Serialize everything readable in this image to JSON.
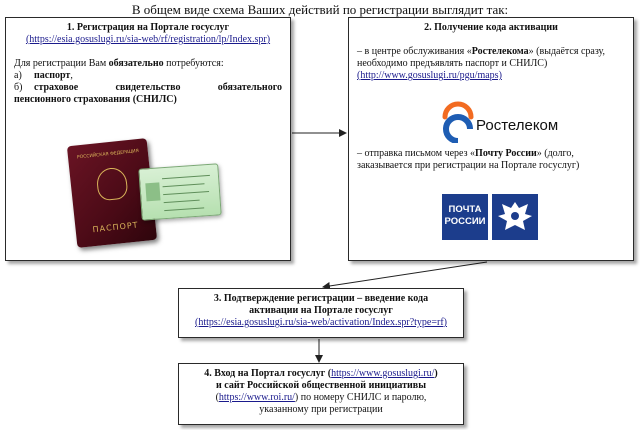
{
  "heading": "В общем виде схема Ваших действий по регистрации выглядит так:",
  "step1": {
    "title": "1. Регистрация на Портале госуслуг",
    "url": "(https://esia.gosuslugi.ru/sia-web/rf/registration/lp/Index.spr)",
    "intro_pre": "Для регистрации Вам ",
    "intro_bold": "обязательно",
    "intro_post": " потребуются:",
    "item_a_marker": "а)",
    "item_a": "паспорт",
    "item_a_suffix": ",",
    "item_b_marker": "б)",
    "item_b_line1": "страховое свидетельство обязательного",
    "item_b_line2": "пенсионного страхования (СНИЛС)",
    "passport_top": "РОССИЙСКАЯ ФЕДЕРАЦИЯ",
    "passport_word": "ПАСПОРТ"
  },
  "step2": {
    "title": "2. Получение кода активации",
    "p1_pre": "– в центре обслуживания «",
    "p1_bold": "Ростелекома",
    "p1_post": "» (выдаётся сразу, необходимо предъявлять паспорт и СНИЛС)",
    "p1_url": "(http://www.gosuslugi.ru/pgu/maps)",
    "rostelecom_logo_text": "Ростелеком",
    "p2_pre": "– отправка письмом через «",
    "p2_bold": "Почту России",
    "p2_post": "» (долго, заказывается при регистрации на Портале госуслуг)",
    "pochta_line1": "ПОЧТА",
    "pochta_line2": "РОССИИ"
  },
  "step3": {
    "title_line1": "3. Подтверждение регистрации – введение кода",
    "title_line2": "активации на Портале госуслуг",
    "url": "(https://esia.gosuslugi.ru/sia-web/activation/Index.spr?type=rf)"
  },
  "step4": {
    "title_pre": "4. Вход на Портал госуслуг (",
    "title_url": "https://www.gosuslugi.ru/",
    "title_post": ")",
    "line2": "и сайт Российской общественной инициативы",
    "line3_pre": "(",
    "line3_url": "https://www.roi.ru/",
    "line3_post": ") по номеру СНИЛС и паролю,",
    "line4": "указанному при регистрации"
  },
  "colors": {
    "rostelecom_orange": "#f26b21",
    "rostelecom_blue": "#1e5db3",
    "pochta_blue": "#1c3d8c",
    "link": "#1a1a8c"
  }
}
